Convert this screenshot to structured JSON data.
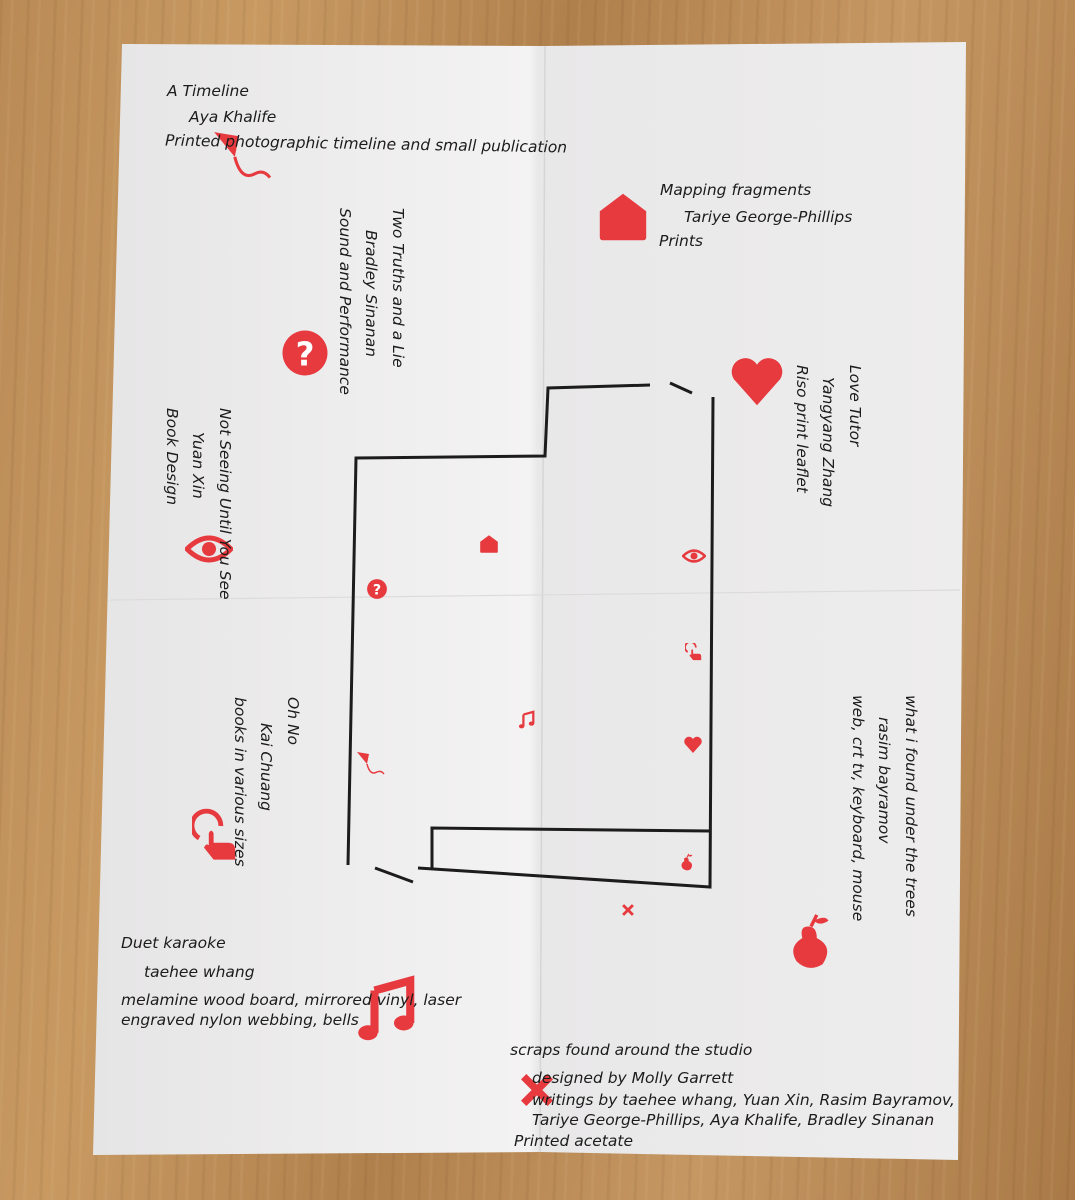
{
  "colors": {
    "accent": "#e63a3f",
    "ink": "#1c1c1c",
    "paper": "#f1f0f0"
  },
  "works": {
    "timeline": {
      "title": "A Timeline",
      "artist": "Aya Khalife",
      "medium": "Printed photographic timeline and small publication",
      "icon": "kite-icon"
    },
    "mapping": {
      "title": "Mapping fragments",
      "artist": "Tariye George-Phillips",
      "medium": "Prints",
      "icon": "house-icon"
    },
    "truths": {
      "title": "Two Truths and a Lie",
      "artist": "Bradley Sinanan",
      "medium": "Sound and Performance",
      "icon": "question-icon"
    },
    "love": {
      "title": "Love Tutor",
      "artist": "Yangyang Zhang",
      "medium": "Riso print leaflet",
      "icon": "heart-icon"
    },
    "seeing": {
      "title": "Not Seeing Until You See",
      "artist": "Yuan Xin",
      "medium": "Book Design",
      "icon": "eye-icon"
    },
    "ohno": {
      "title": "Oh No",
      "artist": "Kai Chuang",
      "medium": "books in various sizes",
      "icon": "pointer-hand-icon"
    },
    "trees": {
      "title": "what i found under the trees",
      "artist": "rasim bayramov",
      "medium": "web, crt tv, keyboard, mouse",
      "icon": "pear-icon"
    },
    "duet": {
      "title": "Duet karaoke",
      "artist": "taehee whang",
      "medium1": "melamine wood board, mirrored vinyl, laser",
      "medium2": "engraved nylon webbing, bells",
      "icon": "music-note-icon"
    },
    "scraps": {
      "title": "scraps found around the studio",
      "credit1": "designed by Molly Garrett",
      "credit2": "writings by taehee whang, Yuan Xin, Rasim Bayramov,",
      "credit3": "Tariye George-Phillips, Aya Khalife, Bradley Sinanan",
      "medium": "Printed acetate",
      "icon": "x-mark-icon"
    }
  }
}
